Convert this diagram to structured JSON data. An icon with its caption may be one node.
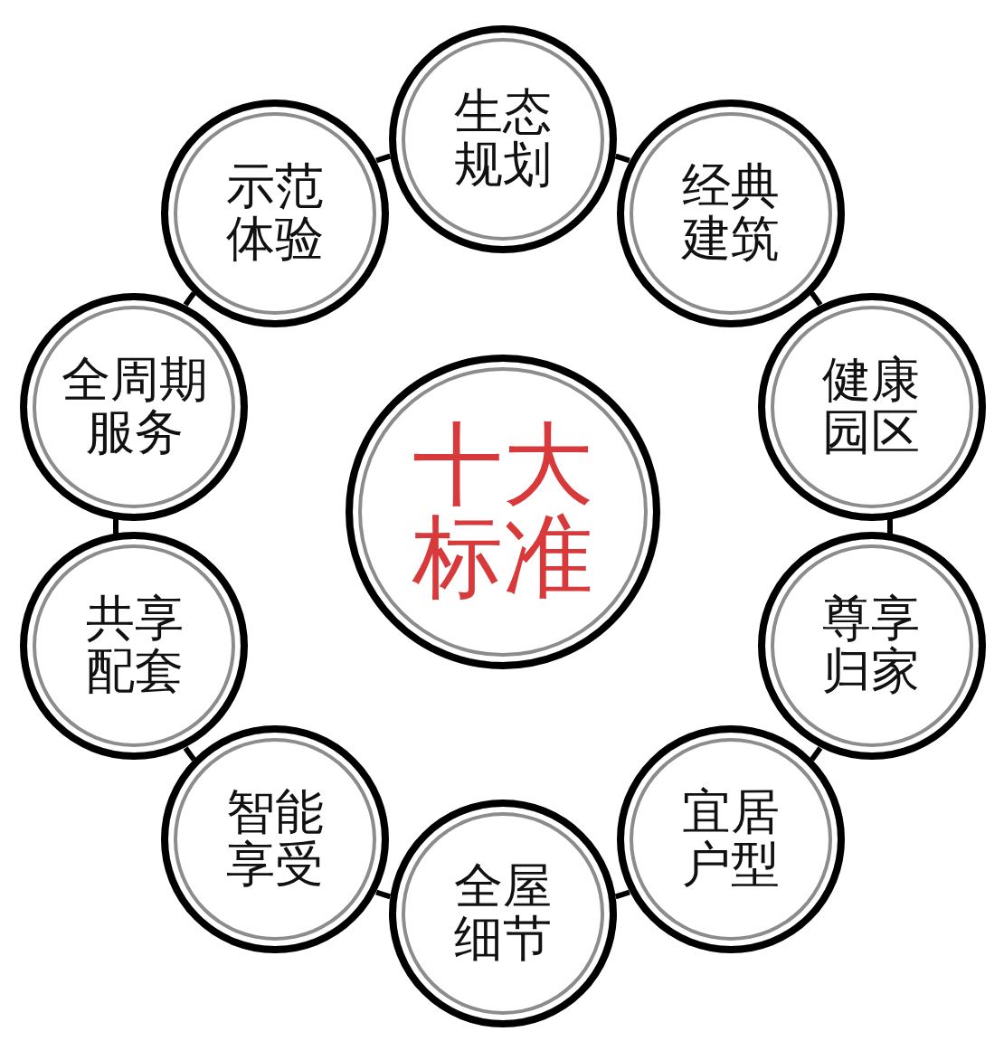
{
  "diagram": {
    "nodes": [
      {
        "text": [
          "十大标准"
        ]
      },
      {
        "text": [
          "生态规划"
        ]
      },
      {
        "text": [
          "经典建筑"
        ]
      },
      {
        "text": [
          "健康园区"
        ]
      },
      {
        "text": [
          "尊享归家"
        ]
      },
      {
        "text": [
          "宜居户型"
        ]
      },
      {
        "text": [
          "全屋细节"
        ]
      },
      {
        "text": [
          "智能享受"
        ]
      },
      {
        "text": [
          "共享配套"
        ]
      },
      {
        "text": [
          "全周期服务"
        ]
      },
      {
        "text": [
          "示范体验"
        ]
      }
    ],
    "edges": [
      {
        "from": 1,
        "to": 2,
        "arrow": "none"
      },
      {
        "from": 2,
        "to": 3,
        "arrow": "none"
      },
      {
        "from": 3,
        "to": 4,
        "arrow": "none"
      },
      {
        "from": 4,
        "to": 5,
        "arrow": "none"
      },
      {
        "from": 5,
        "to": 6,
        "arrow": "none"
      },
      {
        "from": 6,
        "to": 7,
        "arrow": "none"
      },
      {
        "from": 7,
        "to": 8,
        "arrow": "none"
      },
      {
        "from": 8,
        "to": 9,
        "arrow": "none"
      },
      {
        "from": 9,
        "to": 10,
        "arrow": "none"
      },
      {
        "from": 10,
        "to": 1,
        "arrow": "none"
      }
    ]
  }
}
